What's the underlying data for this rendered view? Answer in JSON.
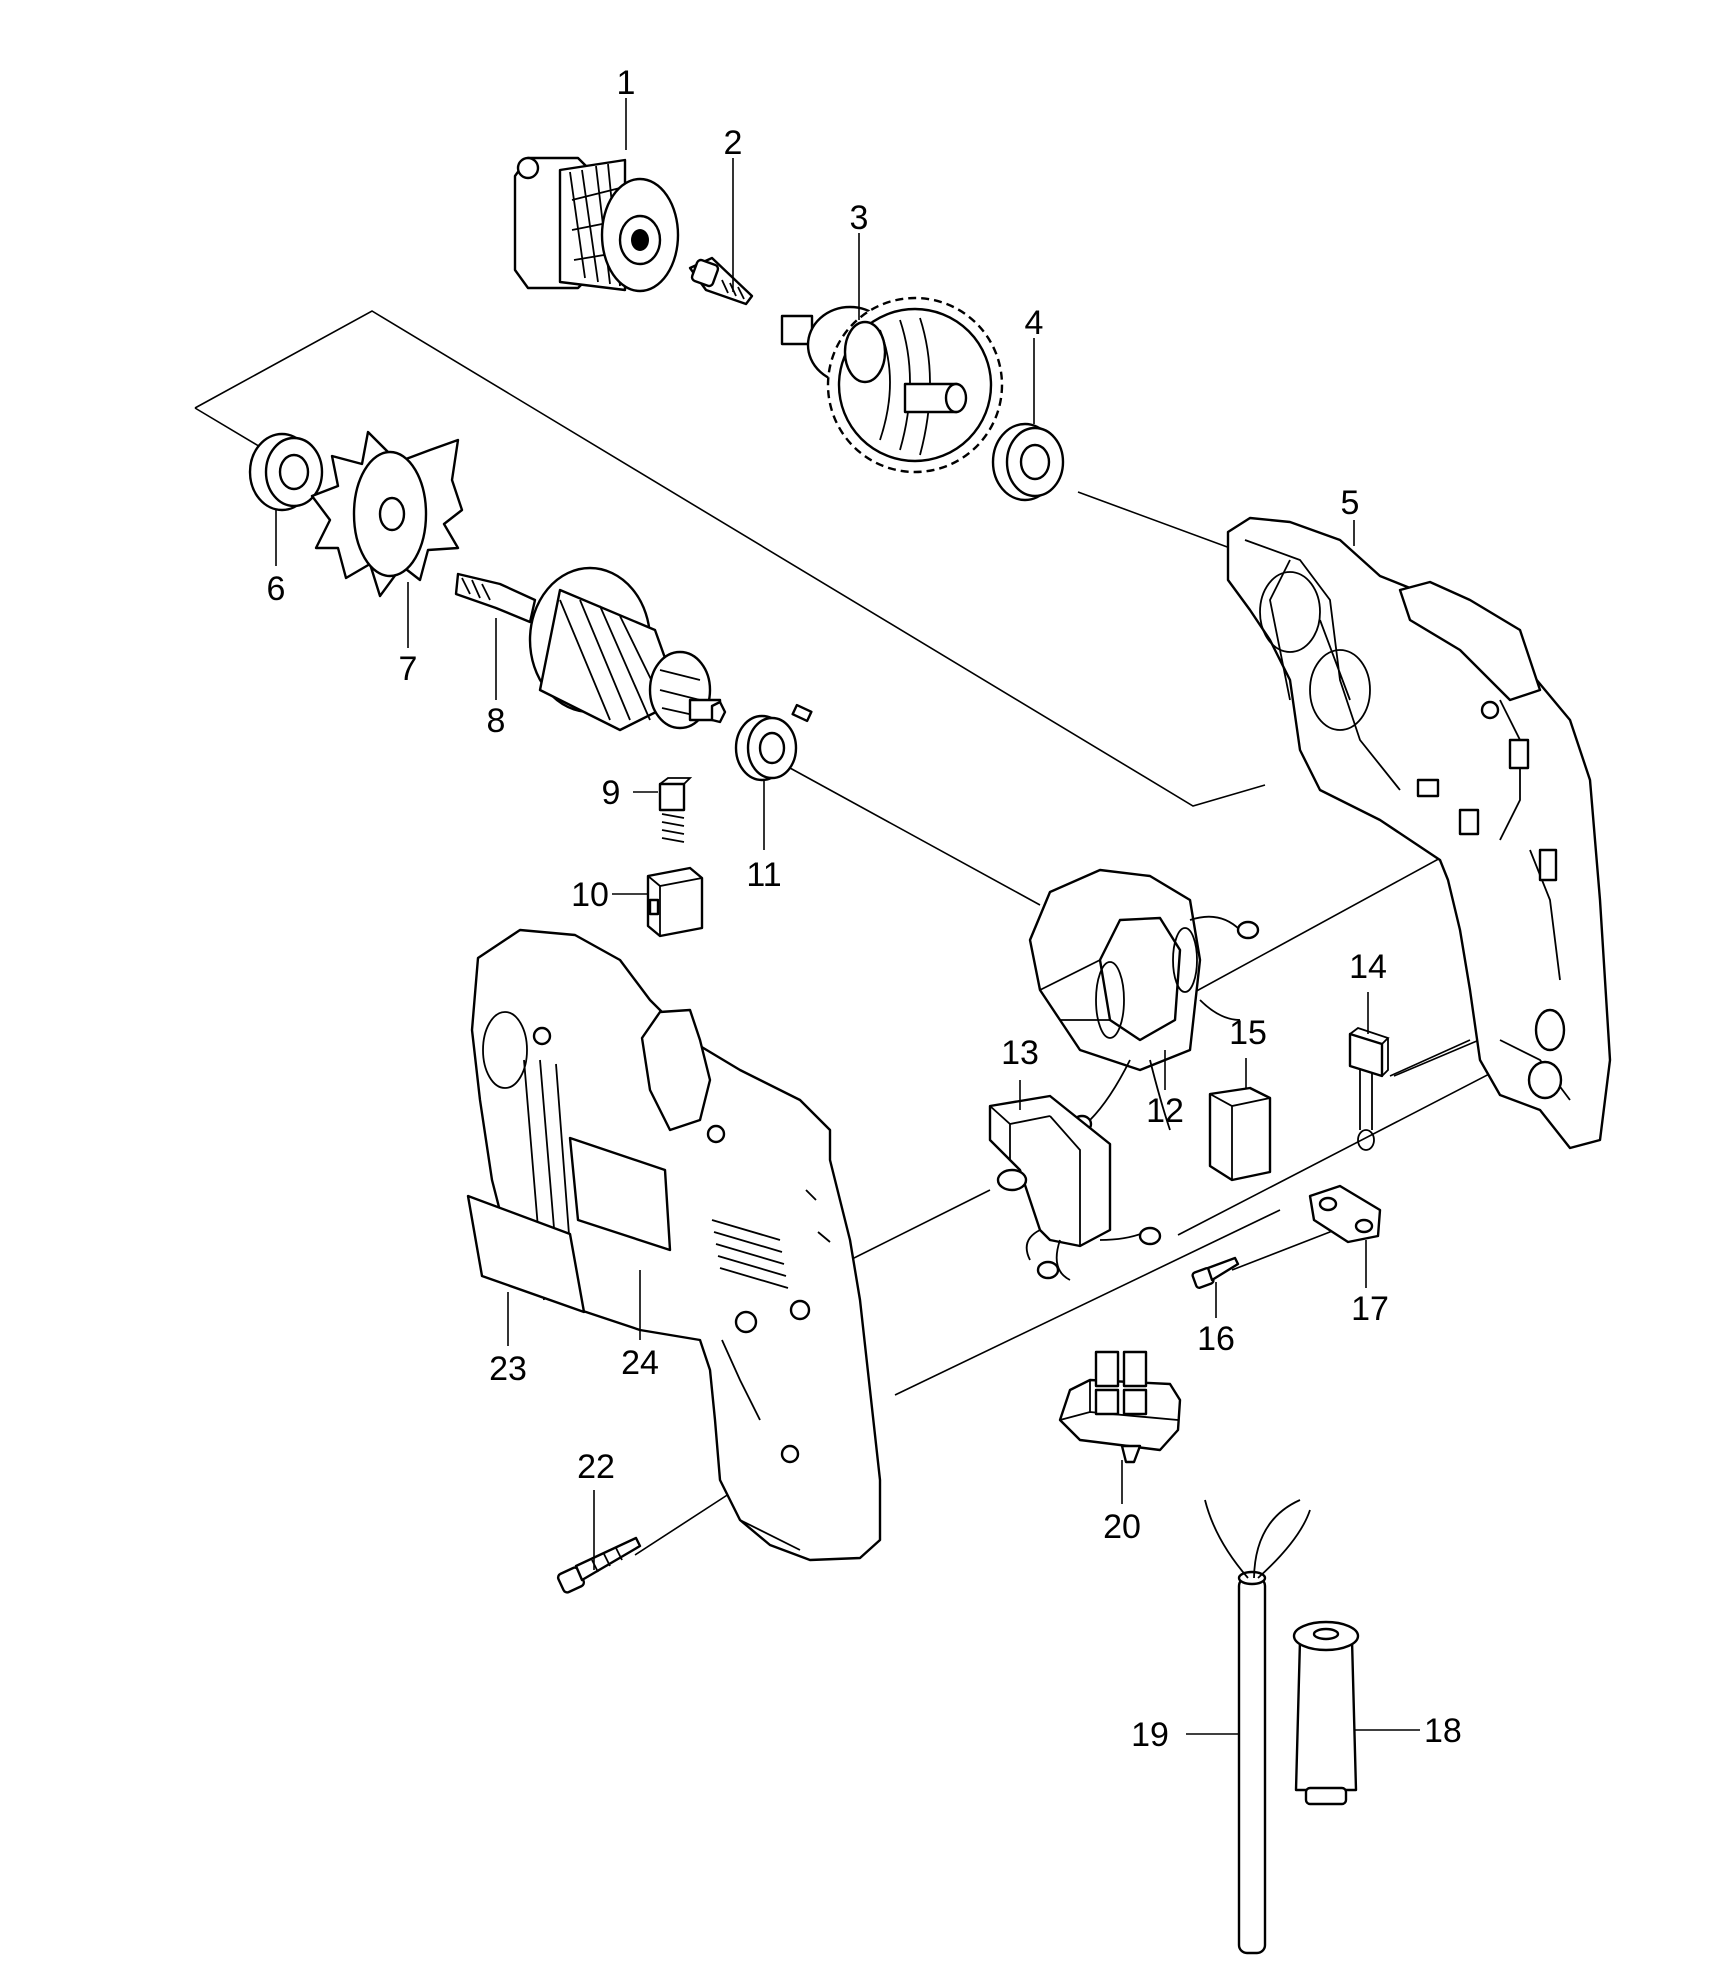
{
  "parts": [
    {
      "id": "part-1",
      "number": "1"
    },
    {
      "id": "part-2",
      "number": "2"
    },
    {
      "id": "part-3",
      "number": "3"
    },
    {
      "id": "part-4",
      "number": "4"
    },
    {
      "id": "part-5",
      "number": "5"
    },
    {
      "id": "part-6",
      "number": "6"
    },
    {
      "id": "part-7",
      "number": "7"
    },
    {
      "id": "part-8",
      "number": "8"
    },
    {
      "id": "part-9",
      "number": "9"
    },
    {
      "id": "part-10",
      "number": "10"
    },
    {
      "id": "part-11",
      "number": "11"
    },
    {
      "id": "part-12",
      "number": "12"
    },
    {
      "id": "part-13",
      "number": "13"
    },
    {
      "id": "part-14",
      "number": "14"
    },
    {
      "id": "part-15",
      "number": "15"
    },
    {
      "id": "part-16",
      "number": "16"
    },
    {
      "id": "part-17",
      "number": "17"
    },
    {
      "id": "part-18",
      "number": "18"
    },
    {
      "id": "part-19",
      "number": "19"
    },
    {
      "id": "part-20",
      "number": "20"
    },
    {
      "id": "part-22",
      "number": "22"
    },
    {
      "id": "part-23",
      "number": "23"
    },
    {
      "id": "part-24",
      "number": "24"
    }
  ]
}
